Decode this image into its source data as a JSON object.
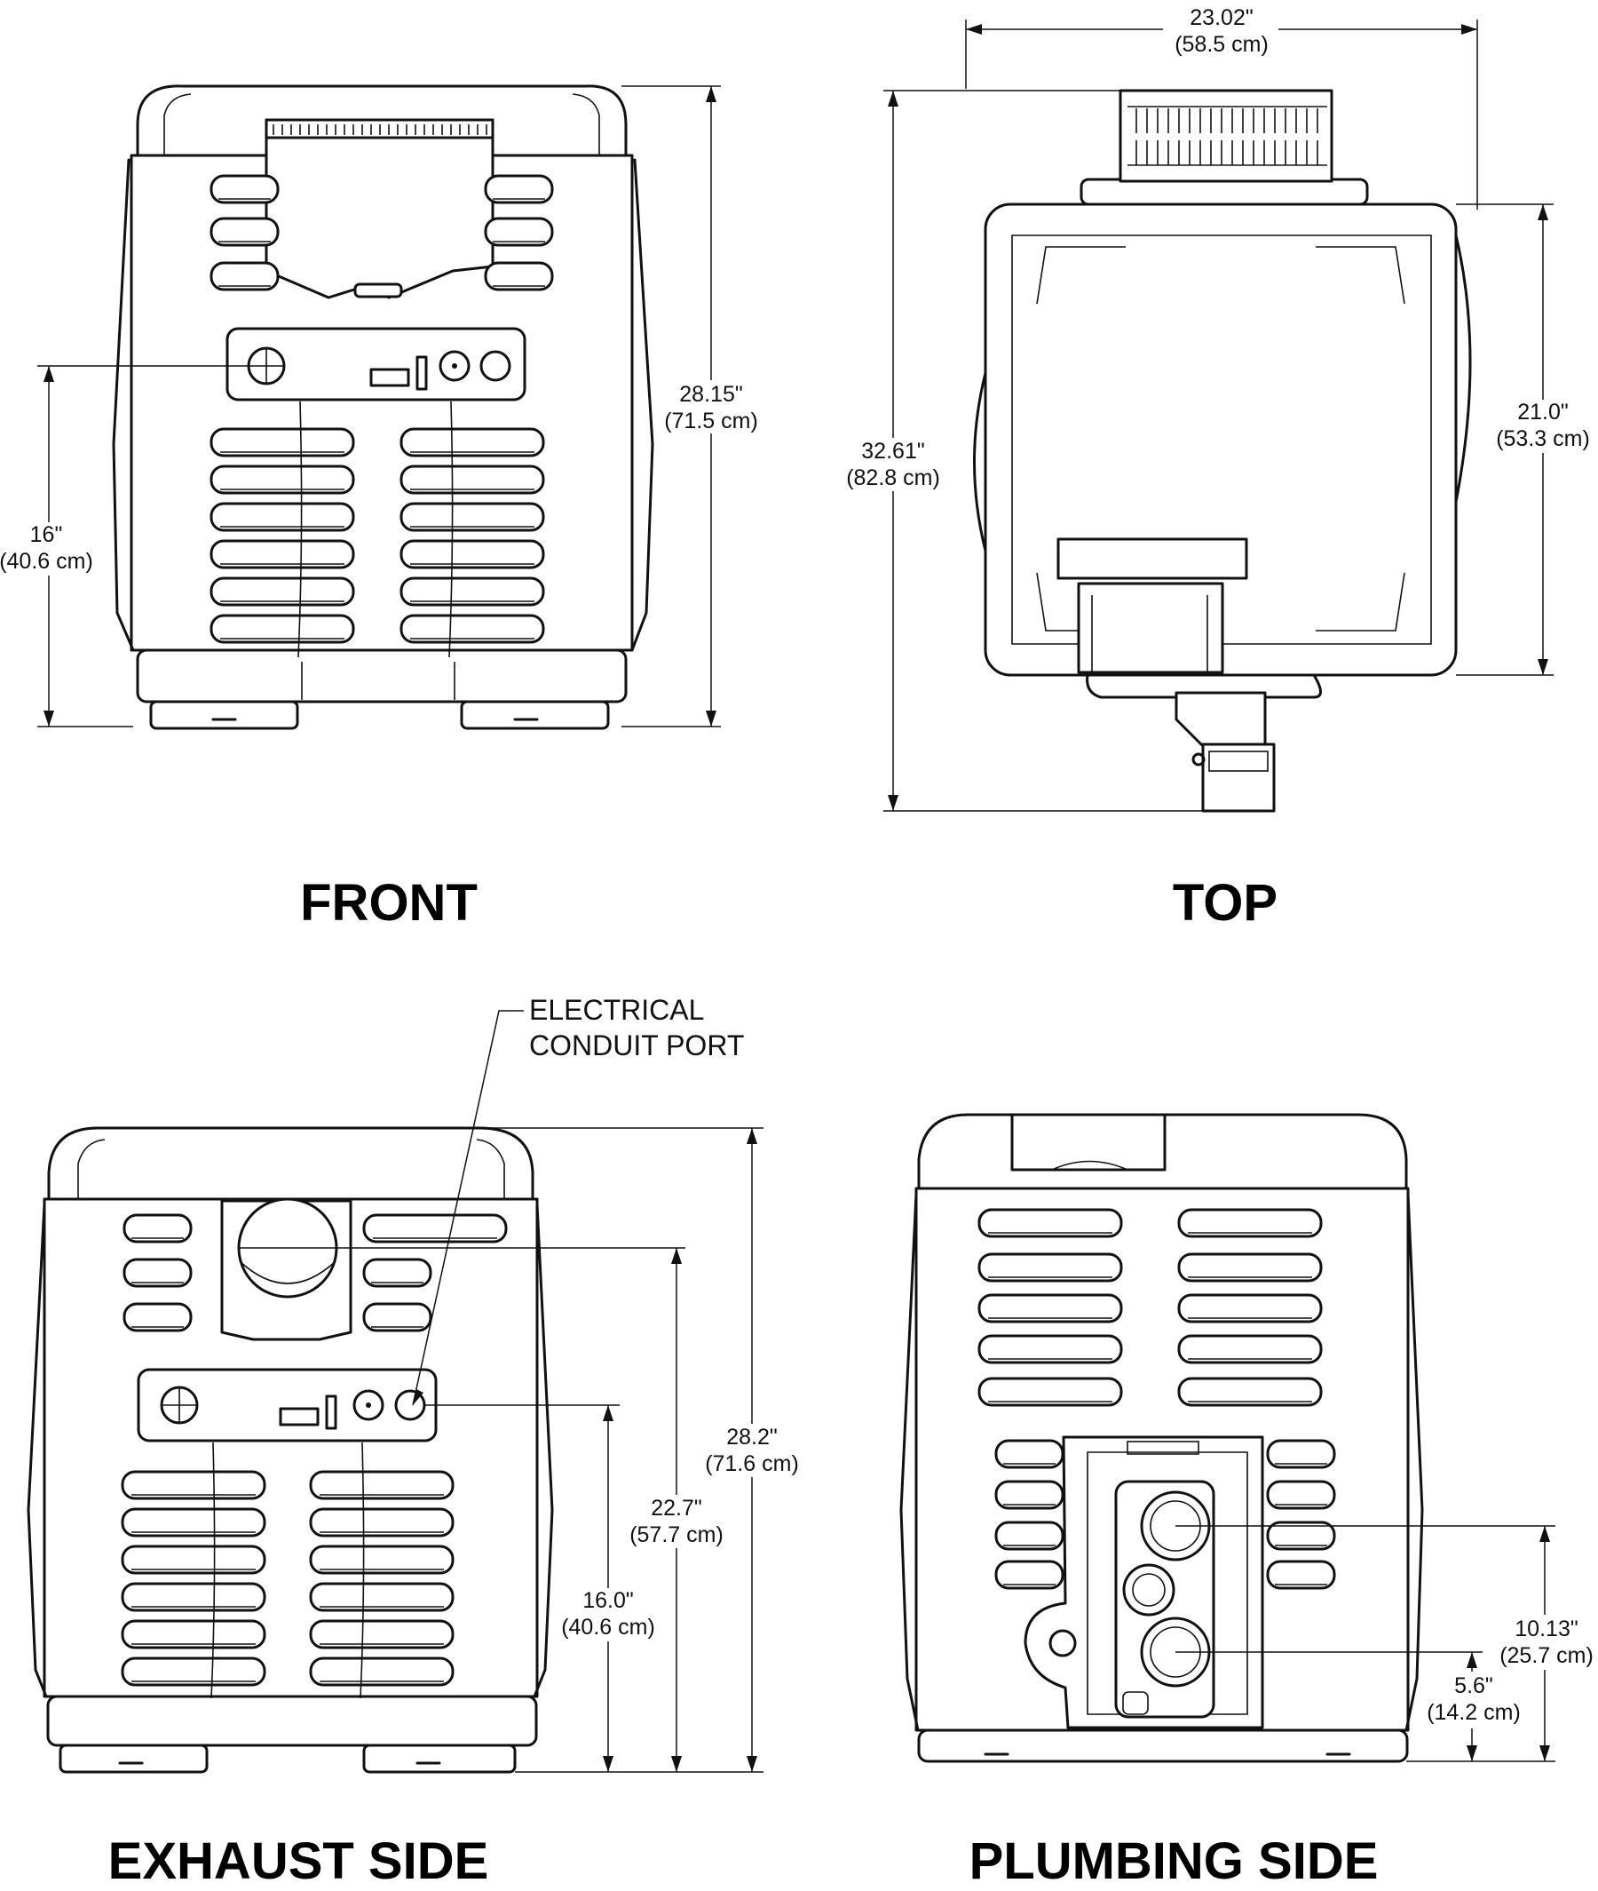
{
  "views": {
    "front": {
      "title": "FRONT",
      "height_in": "28.15\"",
      "height_cm": "(71.5 cm)",
      "control_in": "16\"",
      "control_cm": "(40.6 cm)"
    },
    "top": {
      "title": "TOP",
      "width_in": "23.02\"",
      "width_cm": "(58.5 cm)",
      "depth_in": "32.61\"",
      "depth_cm": "(82.8 cm)",
      "body_in": "21.0\"",
      "body_cm": "(53.3 cm)"
    },
    "exhaust": {
      "title": "EXHAUST SIDE",
      "callout_line1": "ELECTRICAL",
      "callout_line2": "CONDUIT PORT",
      "height_in": "28.2\"",
      "height_cm": "(71.6 cm)",
      "flue_in": "22.7\"",
      "flue_cm": "(57.7 cm)",
      "conduit_in": "16.0\"",
      "conduit_cm": "(40.6 cm)"
    },
    "plumbing": {
      "title": "PLUMBING SIDE",
      "upper_in": "10.13\"",
      "upper_cm": "(25.7 cm)",
      "lower_in": "5.6\"",
      "lower_cm": "(14.2 cm)"
    }
  }
}
